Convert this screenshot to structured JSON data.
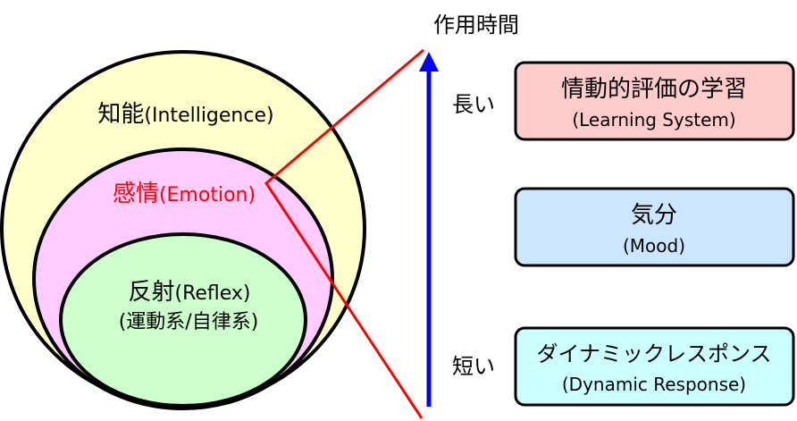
{
  "diagram": {
    "axis": {
      "title": "作用時間",
      "top_label": "長い",
      "bottom_label": "短い",
      "arrow_color": "#0000ff"
    },
    "circles": {
      "intelligence": {
        "label_jp": "知能",
        "label_en": "(Intelligence)",
        "fill": "#ffffcc"
      },
      "emotion": {
        "label_jp": "感情",
        "label_en": "(Emotion)",
        "fill": "#ffccff",
        "text_color": "#ff0000"
      },
      "reflex": {
        "label_jp": "反射",
        "label_en": "(Reflex)",
        "sub": "(運動系/自律系)",
        "fill": "#ccffcc"
      }
    },
    "boxes": {
      "learning": {
        "title": "情動的評価の学習",
        "subtitle": "(Learning System)",
        "fill": "#ffcccc"
      },
      "mood": {
        "title": "気分",
        "subtitle": "(Mood)",
        "fill": "#cce6ff"
      },
      "dynamic": {
        "title": "ダイナミックレスポンス",
        "subtitle": "(Dynamic Response)",
        "fill": "#ccffff"
      }
    },
    "connector_color": "#ff0000"
  }
}
